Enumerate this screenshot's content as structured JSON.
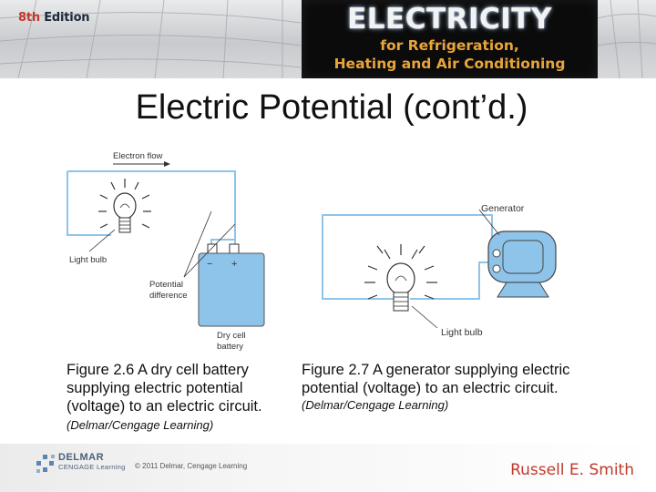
{
  "header": {
    "edition_number": "8th",
    "edition_word": "Edition",
    "book_title": "ELECTRICITY",
    "book_subtitle_line1": "for Refrigeration,",
    "book_subtitle_line2": "Heating and Air Conditioning"
  },
  "slide": {
    "title": "Electric Potential (cont’d.)"
  },
  "figures": [
    {
      "labels": {
        "electron_flow": "Electron flow",
        "light_bulb": "Light bulb",
        "potential_line1": "Potential",
        "potential_line2": "difference",
        "battery_line1": "Dry cell",
        "battery_line2": "battery",
        "minus": "−",
        "plus": "+"
      },
      "caption_lines": [
        "Figure 2.6 A dry cell battery",
        "supplying electric potential",
        "(voltage) to an electric circuit."
      ],
      "credit": "(Delmar/Cengage Learning)"
    },
    {
      "labels": {
        "generator": "Generator",
        "light_bulb": "Light bulb"
      },
      "caption_lines": [
        "Figure 2.7 A generator supplying electric",
        "potential (voltage) to an electric circuit."
      ],
      "credit": "(Delmar/Cengage Learning)"
    }
  ],
  "footer": {
    "publisher_name": "DELMAR",
    "publisher_sub": "CENGAGE Learning",
    "copyright": "© 2011 Delmar, Cengage Learning",
    "author": "Russell E. Smith"
  },
  "colors": {
    "accent_orange": "#e8a53a",
    "author_red": "#c0392b",
    "battery_blue": "#8fc4ea",
    "generator_blue": "#8fc4ea"
  }
}
